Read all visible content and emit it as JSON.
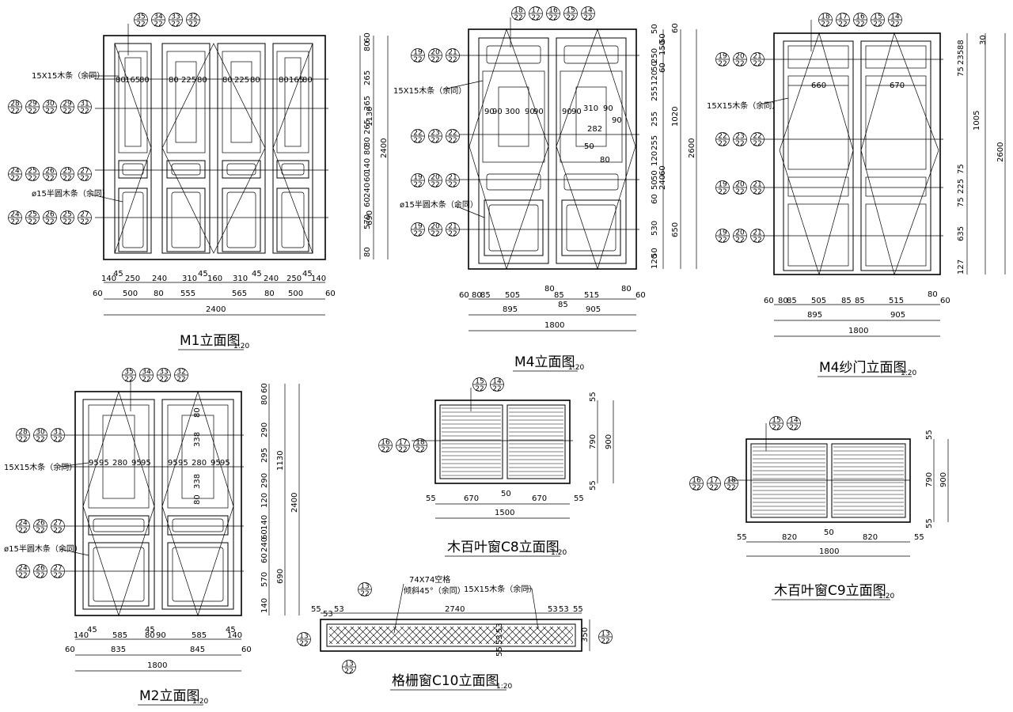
{
  "drawings": {
    "m1": {
      "title": "M1立面图",
      "scale": "1:20",
      "notes": [
        "15X15木条（余同）",
        "ø15半圆木条（余同）"
      ],
      "bubbles_top": [
        "35/22",
        "34/22",
        "33/22",
        "32/22"
      ],
      "bubbles_left": [
        [
          "28/22",
          "29/22",
          "30/22",
          "29/22",
          "31/22"
        ],
        [
          "24/22",
          "25/22",
          "26/22",
          "25/22",
          "27/22"
        ],
        [
          "24/22",
          "25/22",
          "26/22",
          "25/22",
          "27/22"
        ]
      ],
      "inner_dims": [
        "80",
        "165",
        "80",
        "80",
        "225",
        "80",
        "80",
        "225",
        "80",
        "80",
        "165",
        "80"
      ],
      "bottom_dims_row1": [
        "140",
        "45",
        "250",
        "240",
        "310",
        "45",
        "160",
        "310",
        "45",
        "240",
        "250",
        "45",
        "140"
      ],
      "bottom_dims_row2": [
        "60",
        "500",
        "80",
        "555",
        "565",
        "80",
        "500",
        "60"
      ],
      "bottom_total": "2400",
      "right_dims_col1": [
        "60",
        "80",
        "265",
        "265",
        "265",
        "80",
        "80",
        "140",
        "60",
        "240",
        "60",
        "570",
        "80"
      ],
      "right_dims_col2": [
        "1130",
        "690"
      ],
      "right_total": "2400"
    },
    "m4": {
      "title": "M4立面图",
      "scale": "1:20",
      "notes": [
        "15X15木条（余同）",
        "ø15半圆木条（余同）"
      ],
      "bubbles_top": [
        "18/22",
        "17/22",
        "16/22",
        "15/22",
        "14/22"
      ],
      "bubbles_left": [
        [
          "19/22",
          "20/22",
          "21/22"
        ],
        [
          "22/22",
          "23/22",
          "22/22"
        ],
        [
          "19/22",
          "20/22",
          "21/22"
        ],
        [
          "19/22",
          "20/22",
          "21/22"
        ]
      ],
      "inner_dims": [
        "90",
        "90",
        "300",
        "90",
        "90",
        "90",
        "90",
        "310",
        "90",
        "90",
        "282",
        "50",
        "80"
      ],
      "bottom_dims_row1": [
        "60",
        "80",
        "85",
        "505",
        "80",
        "85",
        "515",
        "80",
        "60"
      ],
      "bottom_dims_row2": [
        "895",
        "85",
        "905"
      ],
      "bottom_total": "1800",
      "right_dims_col1": [
        "50",
        "50",
        "150",
        "250",
        "50",
        "60",
        "120",
        "255",
        "255",
        "255",
        "120",
        "50",
        "60",
        "50",
        "240",
        "60",
        "530",
        "50",
        "120"
      ],
      "right_dims_col2": [
        "60",
        "1020",
        "650"
      ],
      "right_total": "2600"
    },
    "m4s": {
      "title": "M4纱门立面图",
      "scale": "1:20",
      "notes": [
        "15X15木条（余同）"
      ],
      "bubbles_top": [
        "18/22",
        "17/22",
        "16/22",
        "15/22",
        "14/22"
      ],
      "bubbles_left": [
        [
          "19/22",
          "20/22",
          "21/22"
        ],
        [
          "22/22",
          "23/22",
          "22/22"
        ],
        [
          "19/22",
          "20/22",
          "21/22"
        ],
        [
          "19/22",
          "20/22",
          "21/22"
        ]
      ],
      "inner_dims": [
        "660",
        "670"
      ],
      "bottom_dims_row1": [
        "60",
        "80",
        "85",
        "505",
        "85",
        "85",
        "515",
        "80",
        "60"
      ],
      "bottom_dims_row2": [
        "895",
        "905"
      ],
      "bottom_total": "1800",
      "right_dims_col1": [
        "88",
        "235",
        "75",
        "1005",
        "75",
        "225",
        "75",
        "635",
        "127"
      ],
      "right_dims_col2": [
        "30"
      ],
      "right_total": "2600"
    },
    "m2": {
      "title": "M2立面图",
      "scale": "1:20",
      "notes": [
        "15X15木条（余同）",
        "ø15半圆木条（余同）"
      ],
      "bubbles_top": [
        "35/22",
        "34/22",
        "33/22",
        "32/22"
      ],
      "bubbles_left": [
        [
          "28/22",
          "30/22",
          "31/22"
        ],
        [
          "24/22",
          "26/22",
          "27/22"
        ],
        [
          "24/22",
          "26/22",
          "27/22"
        ]
      ],
      "inner_dims": [
        "95",
        "95",
        "280",
        "95",
        "95",
        "95",
        "95",
        "280",
        "95",
        "95",
        "338",
        "338",
        "80",
        "80"
      ],
      "bottom_dims_row1": [
        "140",
        "45",
        "585",
        "45",
        "80",
        "90",
        "585",
        "45",
        "140"
      ],
      "bottom_dims_row2": [
        "60",
        "835",
        "845",
        "60"
      ],
      "bottom_total": "1800",
      "right_dims_col1": [
        "60",
        "80",
        "290",
        "295",
        "290",
        "120",
        "140",
        "60",
        "240",
        "60",
        "570",
        "140"
      ],
      "right_dims_col2": [
        "1130",
        "690"
      ],
      "right_total": "2400"
    },
    "c8": {
      "title": "木百叶窗C8立面图",
      "scale": "1:20",
      "bubbles_top": [
        "15/22",
        "14/22"
      ],
      "bubbles_left": [
        "16/22",
        "17/22",
        "18/22"
      ],
      "bottom_dims": [
        "55",
        "670",
        "50",
        "670",
        "55"
      ],
      "bottom_total": "1500",
      "right_dims": [
        "55",
        "790",
        "55"
      ],
      "right_total": "900"
    },
    "c9": {
      "title": "木百叶窗C9立面图",
      "scale": "1:20",
      "bubbles_top": [
        "15/22",
        "14/22"
      ],
      "bubbles_left": [
        "16/22",
        "17/22",
        "18/22"
      ],
      "bottom_dims": [
        "55",
        "820",
        "50",
        "820",
        "55"
      ],
      "bottom_total": "1800",
      "right_dims": [
        "55",
        "790",
        "55"
      ],
      "right_total": "900"
    },
    "c10": {
      "title": "格栅窗C10立面图",
      "scale": "1:20",
      "notes": [
        "74X74空格",
        "倾斜45°（余同）",
        "15X15木条（余同）"
      ],
      "bubbles": [
        "13/22",
        "13/22",
        "13/22",
        "13/22"
      ],
      "top_dims": [
        "55",
        "53",
        "53",
        "2740",
        "53",
        "53",
        "55"
      ],
      "right_dims": [
        "350"
      ],
      "side_dims": [
        "55",
        "53",
        "53"
      ]
    }
  }
}
